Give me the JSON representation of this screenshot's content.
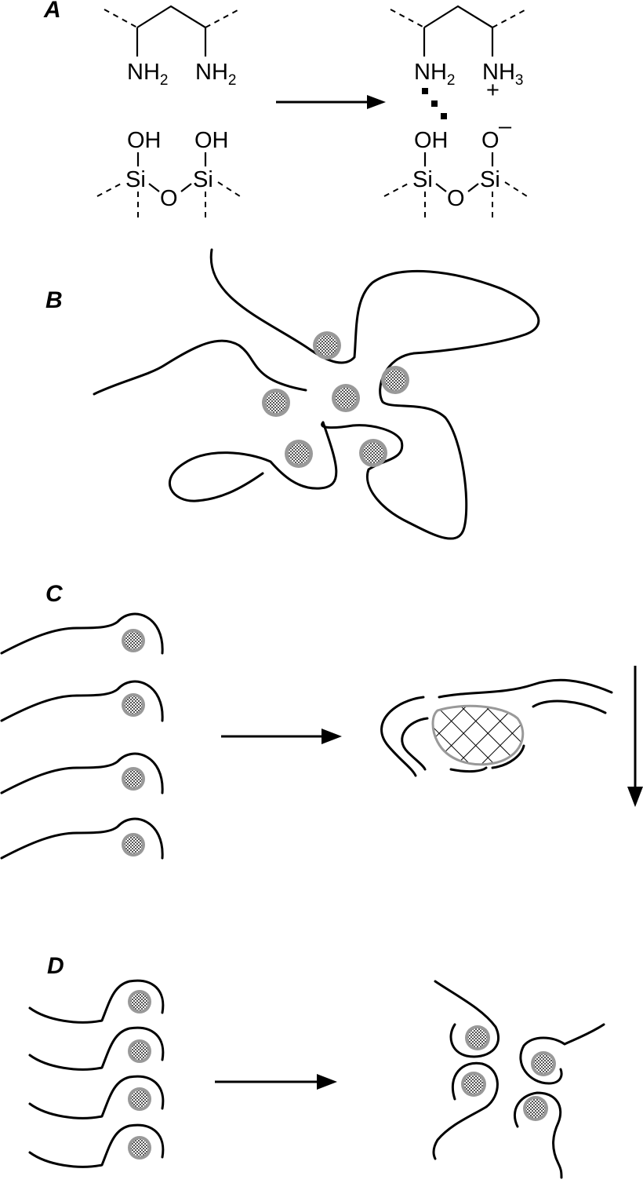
{
  "panels": {
    "a": {
      "label": "A"
    },
    "b": {
      "label": "B"
    },
    "c": {
      "label": "C"
    },
    "d": {
      "label": "D"
    }
  },
  "chem": {
    "nh2": "NH",
    "nh3": "NH",
    "sub2": "2",
    "sub3": "3",
    "oh": "OH",
    "si": "Si",
    "o": "O",
    "minus": "–",
    "plus": "+"
  }
}
